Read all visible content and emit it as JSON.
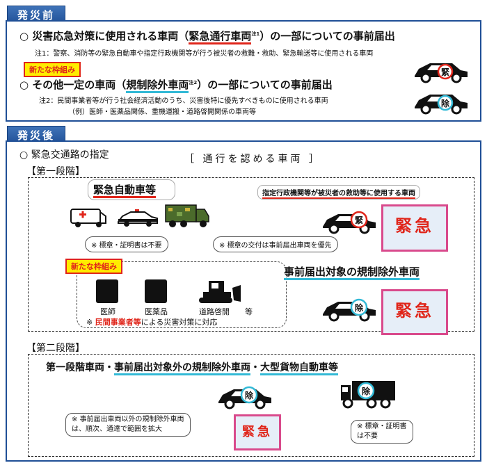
{
  "before": {
    "tab": "発災前",
    "item1_prefix": "○ 災害応急対策に使用される車両（",
    "item1_highlight": "緊急通行車両",
    "item1_suffix": "）の一部についての事前届出",
    "note_mark1": "注1",
    "note1": "注1：警察、消防等の緊急自動車や指定行政機関等が行う被災者の救難・救助、緊急輸送等に使用される車両",
    "new_badge": "新たな枠組み",
    "item2_prefix": "○ その他一定の車両（",
    "item2_highlight": "規制除外車両",
    "item2_suffix": "）の一部についての事前届出",
    "note_mark2": "注2",
    "note2": "注2：民間事業者等が行う社会経済活動のうち、災害後特に優先すべきものに使用される車両",
    "note2b": "（例）医師・医薬品関係、重機運搬・道路啓開関係の車両等",
    "car_mark1": "緊",
    "car_mark2": "除"
  },
  "after": {
    "tab": "発災後",
    "item": "○ 緊急交通路の指定",
    "bracket_title": "［ 通行を認める車両 ］",
    "phase1": "【第一段階】",
    "emergency_title": "緊急自動車等",
    "designated_title": "指定行政機関等が被災者の救助等に使用する車両",
    "bubble_no_cert": "※ 標章・証明書は不要",
    "bubble_priority": "※ 標章の交付は事前届出車両を優先",
    "new_badge": "新たな枠組み",
    "preregistered_title": "事前届出対象の規制除外車両",
    "label_doctor": "医師",
    "label_medicine": "医薬品",
    "label_road": "道路啓開",
    "label_etc": "等",
    "private_note_mark": "※ ",
    "private_note_red": "民間事業者等",
    "private_note_rest": "による災害対策に対応",
    "sticker_big": "緊急",
    "car_mark1": "緊",
    "car_mark2": "除",
    "phase2": "【第二段階】",
    "phase2_title_a": "第一段階車両・",
    "phase2_title_b": "事前届出対象外の規制除外車両",
    "phase2_title_c": "・",
    "phase2_title_d": "大型貨物自動車等",
    "phase2_note_line1": "※ 事前届出車両以外の規制除外車両",
    "phase2_note_line2": "は、順次、通達で範囲を拡大",
    "phase2_cert_line1": "※ 標章・証明書",
    "phase2_cert_line2": "は不要"
  },
  "colors": {
    "accent_blue": "#1f4f96",
    "red": "#e0251a",
    "cyan": "#32b9d6",
    "yellow": "#ffec00"
  }
}
